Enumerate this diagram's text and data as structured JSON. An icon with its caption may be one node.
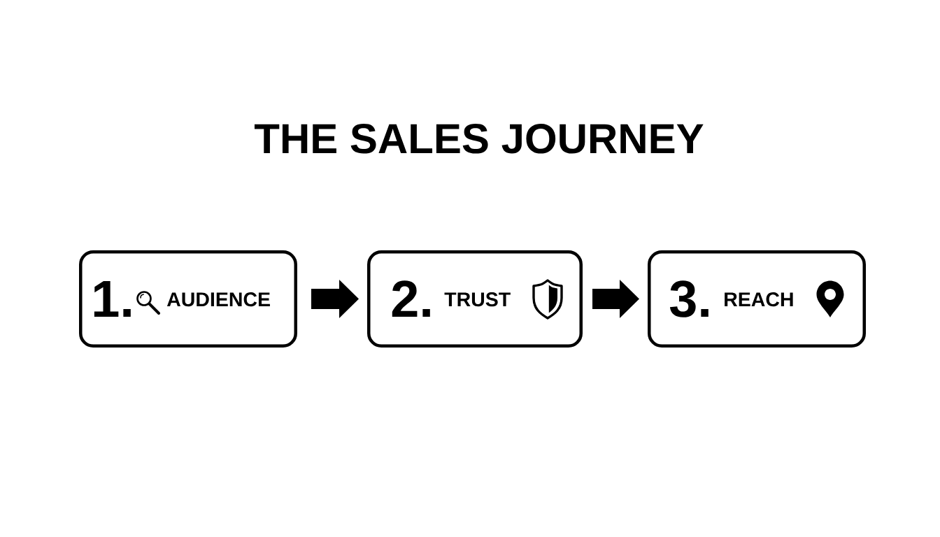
{
  "diagram": {
    "title": "THE SALES JOURNEY",
    "nodes": [
      {
        "text": [
          "1.",
          "AUDIENCE"
        ]
      },
      {
        "text": [
          "2.",
          "TRUST"
        ]
      },
      {
        "text": [
          "3.",
          "REACH"
        ]
      }
    ],
    "edges": [
      {
        "from": 0,
        "to": 1,
        "arrow": "to"
      },
      {
        "from": 1,
        "to": 2,
        "arrow": "to"
      }
    ]
  }
}
